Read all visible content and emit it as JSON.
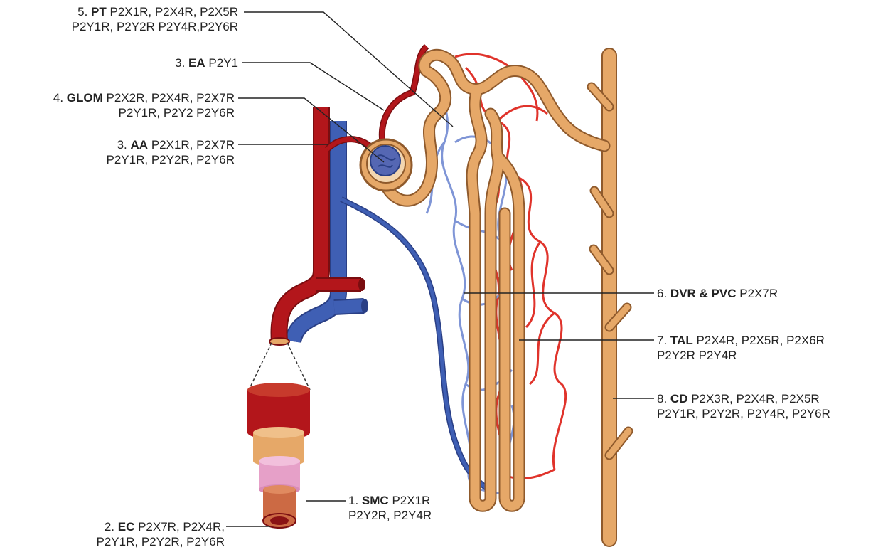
{
  "colors": {
    "artery": "#b3161b",
    "vein": "#3f5fb4",
    "tubule": "#e6a868",
    "tubule_outline": "#8f5a2c",
    "capillary_red": "#e0332b",
    "capillary_blue": "#7f95d6",
    "glomerulus": "#5567b3",
    "leader": "#222222"
  },
  "labels": [
    {
      "id": "pt",
      "num": "5.",
      "abbr": "PT",
      "line1": "P2X1R, P2X4R, P2X5R",
      "line2": "P2Y1R, P2Y2R P2Y4R,P2Y6R"
    },
    {
      "id": "ea",
      "num": "3.",
      "abbr": "EA",
      "line1": "P2Y1",
      "line2": ""
    },
    {
      "id": "glom",
      "num": "4.",
      "abbr": "GLOM",
      "line1": "P2X2R, P2X4R, P2X7R",
      "line2": "P2Y1R, P2Y2 P2Y6R"
    },
    {
      "id": "aa",
      "num": "3.",
      "abbr": "AA",
      "line1": "P2X1R, P2X7R",
      "line2": "P2Y1R, P2Y2R, P2Y6R"
    },
    {
      "id": "dvr",
      "num": "6.",
      "abbr": "DVR & PVC",
      "line1": "P2X7R",
      "line2": ""
    },
    {
      "id": "tal",
      "num": "7.",
      "abbr": "TAL",
      "line1": " P2X4R, P2X5R, P2X6R",
      "line2": "P2Y2R P2Y4R"
    },
    {
      "id": "cd",
      "num": "8.",
      "abbr": "CD",
      "line1": " P2X3R, P2X4R, P2X5R",
      "line2": "P2Y1R, P2Y2R, P2Y4R, P2Y6R"
    },
    {
      "id": "smc",
      "num": "1.",
      "abbr": "SMC",
      "line1": "P2X1R",
      "line2": "P2Y2R, P2Y4R"
    },
    {
      "id": "ec",
      "num": "2.",
      "abbr": "EC",
      "line1": "P2X7R, P2X4R,",
      "line2": "P2Y1R, P2Y2R, P2Y6R"
    }
  ]
}
